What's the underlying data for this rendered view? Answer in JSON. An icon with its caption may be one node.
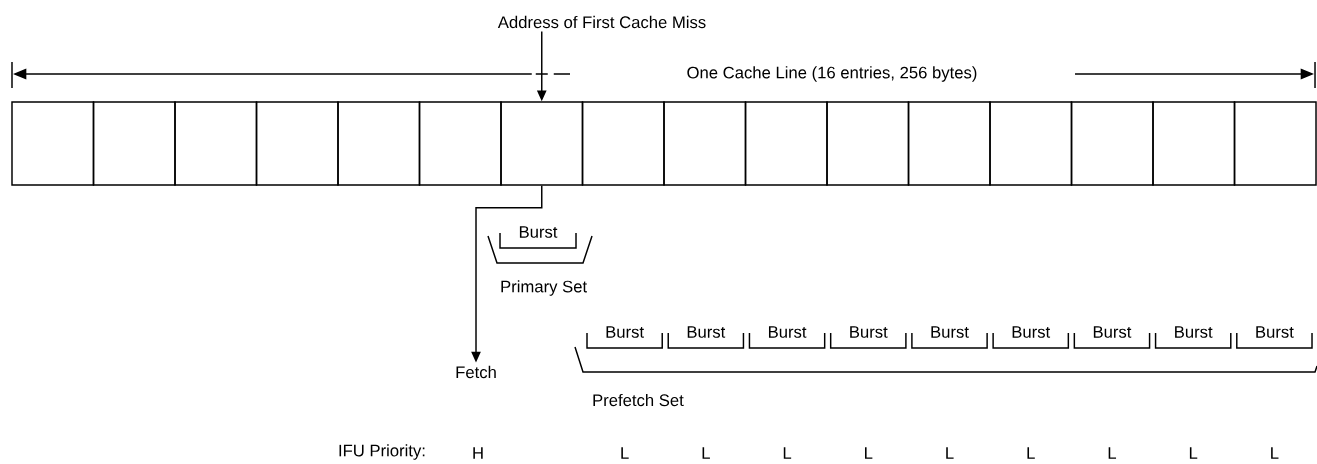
{
  "diagram": {
    "nodes": [
      {
        "text": [],
        "shape": "box"
      },
      {
        "text": [],
        "shape": "box"
      },
      {
        "text": [],
        "shape": "box"
      },
      {
        "text": [],
        "shape": "box"
      },
      {
        "text": [],
        "shape": "box"
      },
      {
        "text": [],
        "shape": "box"
      },
      {
        "text": [],
        "shape": "box"
      },
      {
        "text": [],
        "shape": "box"
      },
      {
        "text": [],
        "shape": "box"
      },
      {
        "text": [],
        "shape": "box"
      },
      {
        "text": [],
        "shape": "box"
      },
      {
        "text": [],
        "shape": "box"
      },
      {
        "text": [],
        "shape": "box"
      },
      {
        "text": [],
        "shape": "box"
      },
      {
        "text": [],
        "shape": "box"
      },
      {
        "text": [],
        "shape": "box"
      },
      {
        "text": [
          "Address of First Cache Miss"
        ]
      },
      {
        "text": [
          "Fetch"
        ]
      }
    ],
    "edges": [
      {
        "from": 16,
        "to": 6,
        "arrow": "to"
      },
      {
        "from": 6,
        "to": 17,
        "arrow": "to"
      }
    ],
    "labels": [
      "One Cache Line (16 entries, 256 bytes)",
      "Burst",
      "Primary Set",
      "Burst",
      "Burst",
      "Burst",
      "Burst",
      "Burst",
      "Burst",
      "Burst",
      "Burst",
      "Burst",
      "Prefetch Set",
      "IFU Priority:",
      "H",
      "L",
      "L",
      "L",
      "L",
      "L",
      "L",
      "L",
      "L",
      "L"
    ]
  }
}
